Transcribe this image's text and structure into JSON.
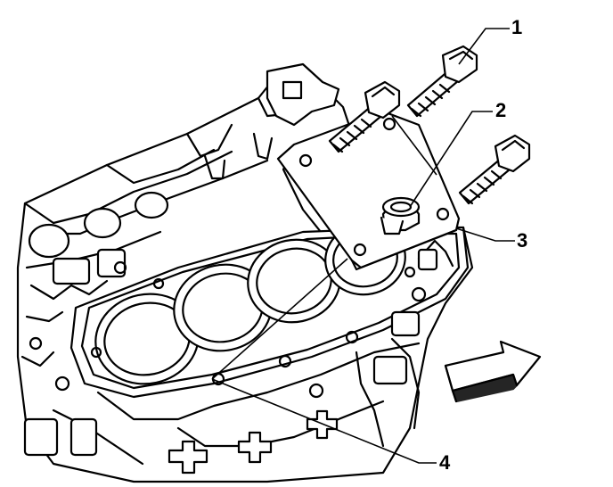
{
  "callouts": [
    {
      "id": "callout-1",
      "label": "1"
    },
    {
      "id": "callout-2",
      "label": "2"
    },
    {
      "id": "callout-3",
      "label": "3"
    },
    {
      "id": "callout-4",
      "label": "4"
    }
  ],
  "colors": {
    "ink": "#000000",
    "paper": "#ffffff"
  },
  "icons": [
    "bolt-icon",
    "dowel-pin-icon",
    "cover-plate-icon",
    "engine-block-icon",
    "direction-arrow-icon"
  ]
}
